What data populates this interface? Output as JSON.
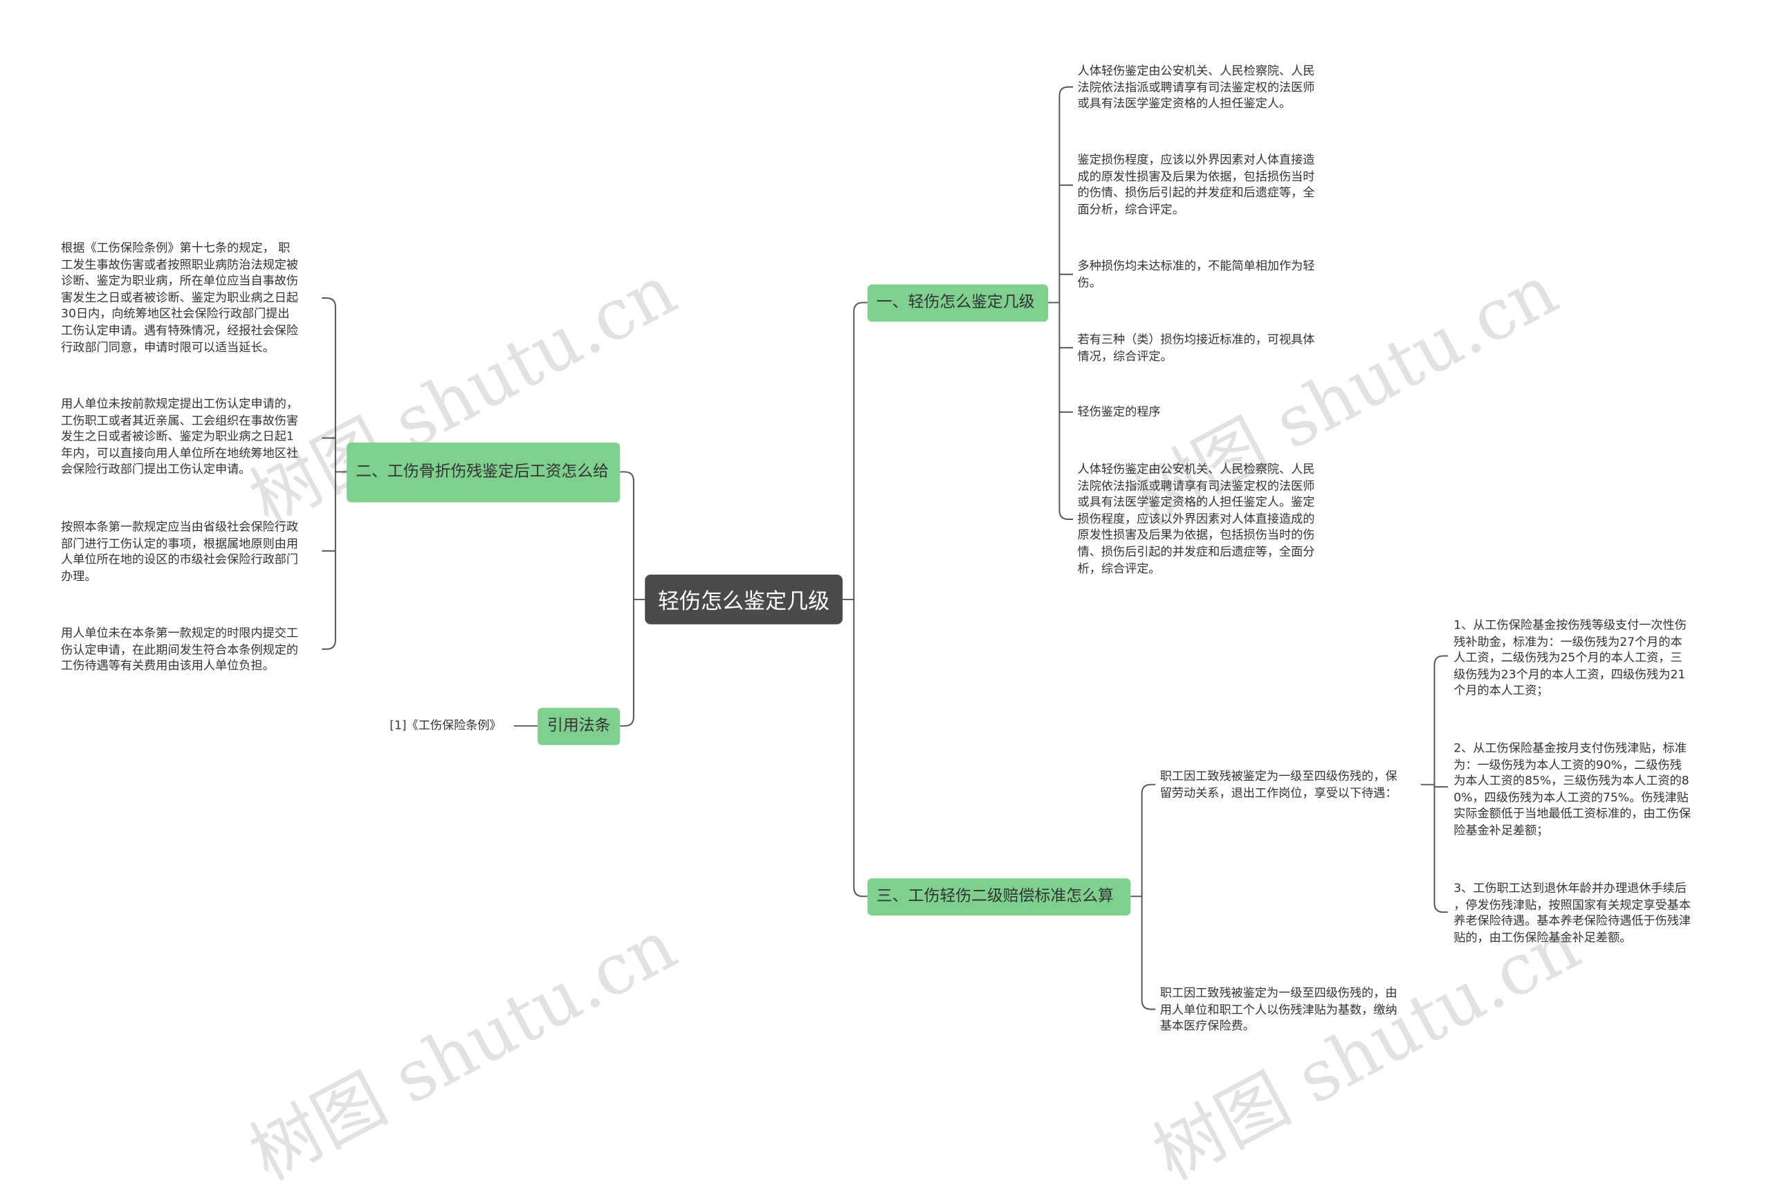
{
  "root": {
    "label": "轻伤怎么鉴定几级"
  },
  "branches": {
    "b1": {
      "label": "一、轻伤怎么鉴定几级"
    },
    "b2": {
      "label": "二、工伤骨折伤残鉴定后工资怎么给"
    },
    "b3": {
      "label": "三、工伤轻伤二级赔偿标准怎么算"
    },
    "b4": {
      "label": "引用法条"
    }
  },
  "leaves": {
    "b1": [
      "人体轻伤鉴定由公安机关、人民检察院、人民\n法院依法指派或聘请享有司法鉴定权的法医师\n或具有法医学鉴定资格的人担任鉴定人。",
      "鉴定损伤程度，应该以外界因素对人体直接造\n成的原发性损害及后果为依据，包括损伤当时\n的伤情、损伤后引起的并发症和后遗症等，全\n面分析，综合评定。",
      "多种损伤均未达标准的，不能简单相加作为轻\n伤。",
      "若有三种（类）损伤均接近标准的，可视具体\n情况，综合评定。",
      "轻伤鉴定的程序",
      "人体轻伤鉴定由公安机关、人民检察院、人民\n法院依法指派或聘请享有司法鉴定权的法医师\n或具有法医学鉴定资格的人担任鉴定人。鉴定\n损伤程度，应该以外界因素对人体直接造成的\n原发性损害及后果为依据，包括损伤当时的伤\n情、损伤后引起的并发症和后遗症等，全面分\n析，综合评定。"
    ],
    "b2": [
      "根据《工伤保险条例》第十七条的规定， 职\n工发生事故伤害或者按照职业病防治法规定被\n诊断、鉴定为职业病，所在单位应当自事故伤\n害发生之日或者被诊断、鉴定为职业病之日起\n30日内，向统筹地区社会保险行政部门提出\n工伤认定申请。遇有特殊情况，经报社会保险\n行政部门同意，申请时限可以适当延长。",
      "用人单位未按前款规定提出工伤认定申请的，\n工伤职工或者其近亲属、工会组织在事故伤害\n发生之日或者被诊断、鉴定为职业病之日起1\n年内，可以直接向用人单位所在地统筹地区社\n会保险行政部门提出工伤认定申请。",
      "按照本条第一款规定应当由省级社会保险行政\n部门进行工伤认定的事项，根据属地原则由用\n人单位所在地的设区的市级社会保险行政部门\n办理。",
      "用人单位未在本条第一款规定的时限内提交工\n伤认定申请，在此期间发生符合本条例规定的\n工伤待遇等有关费用由该用人单位负担。"
    ],
    "b3": [
      "职工因工致残被鉴定为一级至四级伤残的，保\n留劳动关系，退出工作岗位，享受以下待遇：",
      "职工因工致残被鉴定为一级至四级伤残的，由\n用人单位和职工个人以伤残津贴为基数，缴纳\n基本医疗保险费。"
    ],
    "b3a": [
      "1、从工伤保险基金按伤残等级支付一次性伤\n残补助金，标准为：一级伤残为27个月的本\n人工资，二级伤残为25个月的本人工资，三\n级伤残为23个月的本人工资，四级伤残为21\n个月的本人工资；",
      "2、从工伤保险基金按月支付伤残津贴，标准\n为：一级伤残为本人工资的90%，二级伤残\n为本人工资的85%，三级伤残为本人工资的8\n0%，四级伤残为本人工资的75%。伤残津贴\n实际金额低于当地最低工资标准的，由工伤保\n险基金补足差额；",
      "3、工伤职工达到退休年龄并办理退休手续后\n，停发伤残津贴，按照国家有关规定享受基本\n养老保险待遇。基本养老保险待遇低于伤残津\n贴的，由工伤保险基金补足差额。"
    ],
    "b4": [
      "[1]《工伤保险条例》"
    ]
  },
  "watermark": "树图 shutu.cn",
  "colors": {
    "root": "#4a4a4a",
    "branch": "#7fcf8f",
    "line": "#555555",
    "text": "#333333"
  }
}
